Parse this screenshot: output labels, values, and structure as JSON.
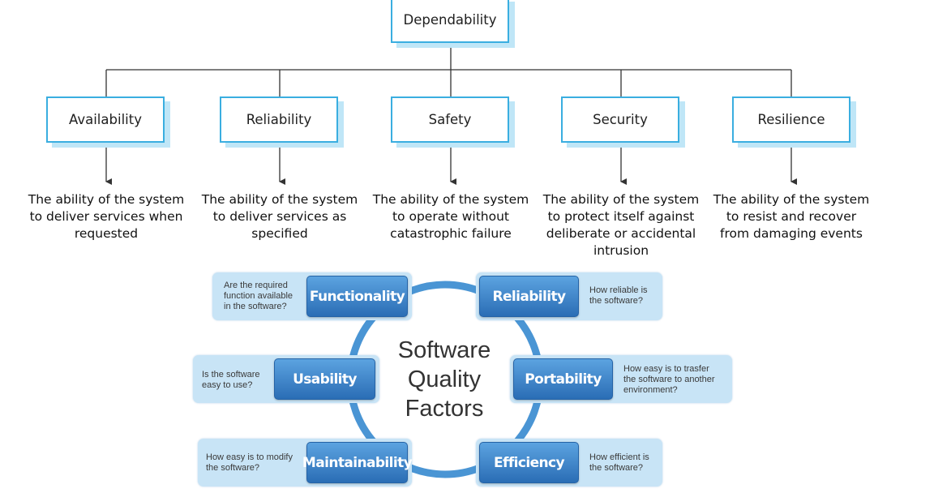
{
  "dependability": {
    "root": "Dependability",
    "children": [
      {
        "label": "Availability",
        "lines": [
          "The ability of the system",
          "to deliver services when",
          "requested"
        ]
      },
      {
        "label": "Reliability",
        "lines": [
          "The ability of the system",
          "to deliver services as",
          "specified"
        ]
      },
      {
        "label": "Safety",
        "lines": [
          "The ability of the system",
          "to operate without",
          "catastrophic failure"
        ]
      },
      {
        "label": "Security",
        "lines": [
          "The ability of the system",
          "to protect itself against",
          "deliberate or accidental",
          "intrusion"
        ]
      },
      {
        "label": "Resilience",
        "lines": [
          "The ability of the system",
          "to resist and recover",
          "from damaging events"
        ]
      }
    ],
    "colors": {
      "box_border": "#3aaee0",
      "box_shadow": "#bfe6f7",
      "connector": "#333333"
    }
  },
  "quality_factors": {
    "title_lines": [
      "Software",
      "Quality",
      "Factors"
    ],
    "factors": [
      {
        "label": "Functionality",
        "question": [
          "Are the required",
          "function available",
          "in the software?"
        ]
      },
      {
        "label": "Reliability",
        "question": [
          "How reliable is",
          "the software?"
        ]
      },
      {
        "label": "Usability",
        "question": [
          "Is the software",
          "easy to use?"
        ]
      },
      {
        "label": "Portability",
        "question": [
          "How easy is to trasfer",
          "the software to another",
          "environment?"
        ]
      },
      {
        "label": "Maintainability",
        "question": [
          "How easy is to modify",
          "the software?"
        ]
      },
      {
        "label": "Efficiency",
        "question": [
          "How efficient is",
          "the software?"
        ]
      }
    ],
    "colors": {
      "ring": "#4a95d4",
      "button_top": "#5ca3e0",
      "button_bottom": "#2a6db5",
      "panel": "#c8e4f6"
    }
  }
}
